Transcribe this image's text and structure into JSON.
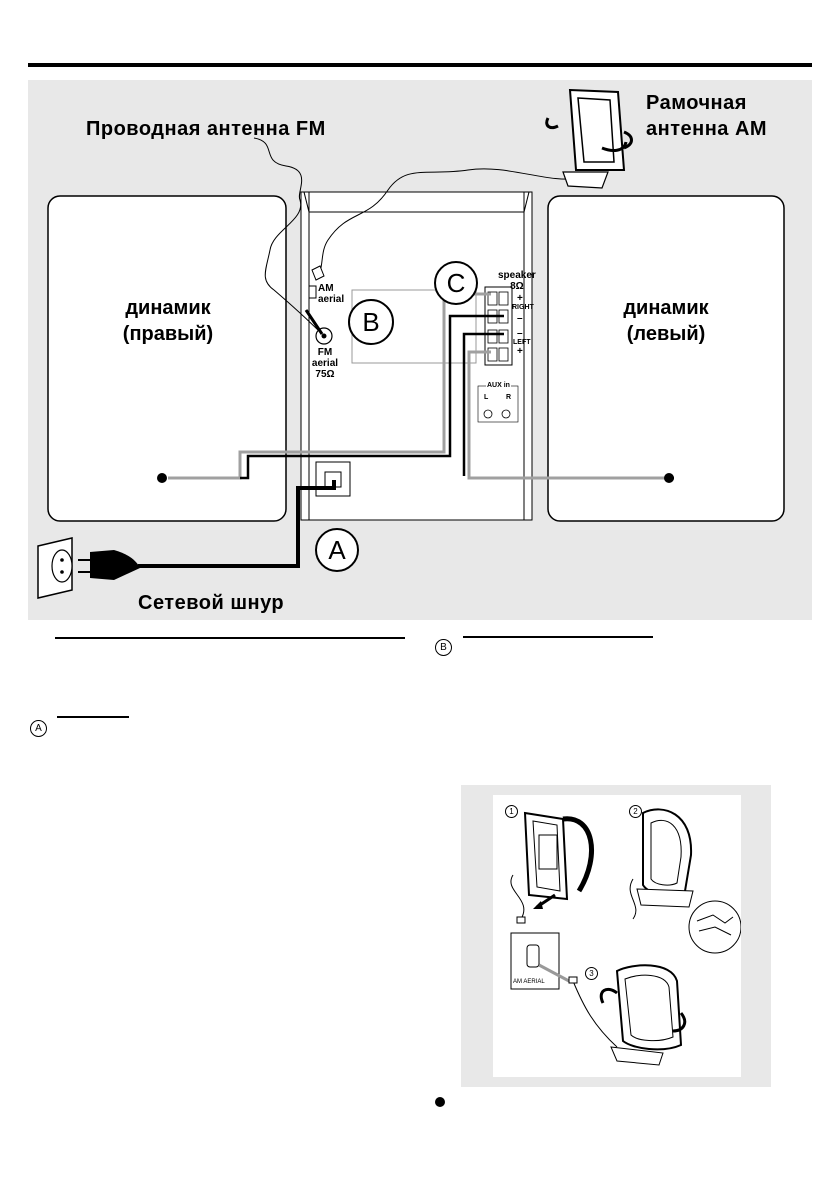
{
  "labels": {
    "fm_wire": "Проводная антенна FM",
    "am_loop_line1": "Рамочная",
    "am_loop_line2": "антенна AM",
    "speaker_right_line1": "динамик",
    "speaker_right_line2": "(правый)",
    "speaker_left_line1": "динамик",
    "speaker_left_line2": "(левый)",
    "power_cord": "Сетевой шнур"
  },
  "callouts": {
    "a": "A",
    "b": "B",
    "c": "C"
  },
  "panel": {
    "am_line1": "AM",
    "am_line2": "aerial",
    "fm_line1": "FM",
    "fm_line2": "aerial",
    "fm_line3": "75Ω",
    "speaker_line1": "speaker",
    "speaker_line2": "8Ω",
    "right_plus": "+",
    "right_label": "RIGHT",
    "right_minus": "–",
    "left_minus": "–",
    "left_label": "LEFT",
    "left_plus": "+",
    "aux_label": "AUX in",
    "aux_l": "L",
    "aux_r": "R"
  },
  "sections": {
    "marker_a": "A",
    "marker_b": "B"
  },
  "inset": {
    "step1": "1",
    "step2": "2",
    "step3": "3",
    "am_aerial": "AM AERIAL"
  },
  "colors": {
    "background_panel": "#e8e8e8",
    "wire_gray": "#a0a0a0"
  }
}
